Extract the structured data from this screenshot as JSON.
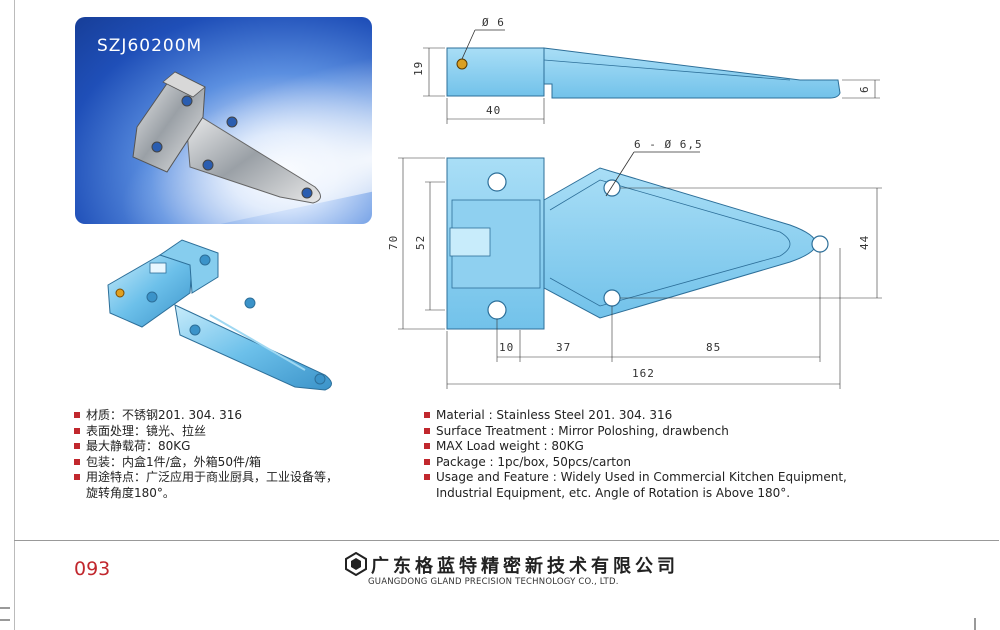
{
  "product": {
    "model": "SZJ60200M"
  },
  "drawing": {
    "side_view": {
      "hole_label": "Ø 6",
      "height_label": "19",
      "width_label": "40",
      "thickness_label": "6"
    },
    "top_view": {
      "holes_label": "6 - Ø 6,5",
      "overall_height_label": "70",
      "inner_height_label": "52",
      "hole_spacing_label": "44",
      "dims": [
        "10",
        "37",
        "85"
      ],
      "overall_length_label": "162"
    }
  },
  "specs_cn": [
    "材质：不锈钢201. 304. 316",
    "表面处理：镜光、拉丝",
    "最大静载荷：80KG",
    "包装：内盒1件/盒，外箱50件/箱",
    "用途特点：广泛应用于商业厨具，工业设备等，"
  ],
  "specs_cn_continuation": "旋转角度180°。",
  "specs_en": [
    "Material : Stainless Steel 201. 304. 316",
    "Surface Treatment : Mirror Poloshing, drawbench",
    "MAX Load weight : 80KG",
    "Package : 1pc/box,  50pcs/carton",
    "Usage and Feature : Widely Used in Commercial Kitchen Equipment,"
  ],
  "specs_en_continuation": "Industrial Equipment, etc. Angle of Rotation is Above 180°.",
  "footer": {
    "page_number": "093",
    "company_cn": "广东格蓝特精密新技术有限公司",
    "company_en": "GUANGDONG GLAND PRECISION TECHNOLOGY CO., LTD."
  },
  "colors": {
    "accent_red": "#c1272d",
    "part_blue": "#7cc8ee",
    "card_blue": "#1f4fb8"
  }
}
